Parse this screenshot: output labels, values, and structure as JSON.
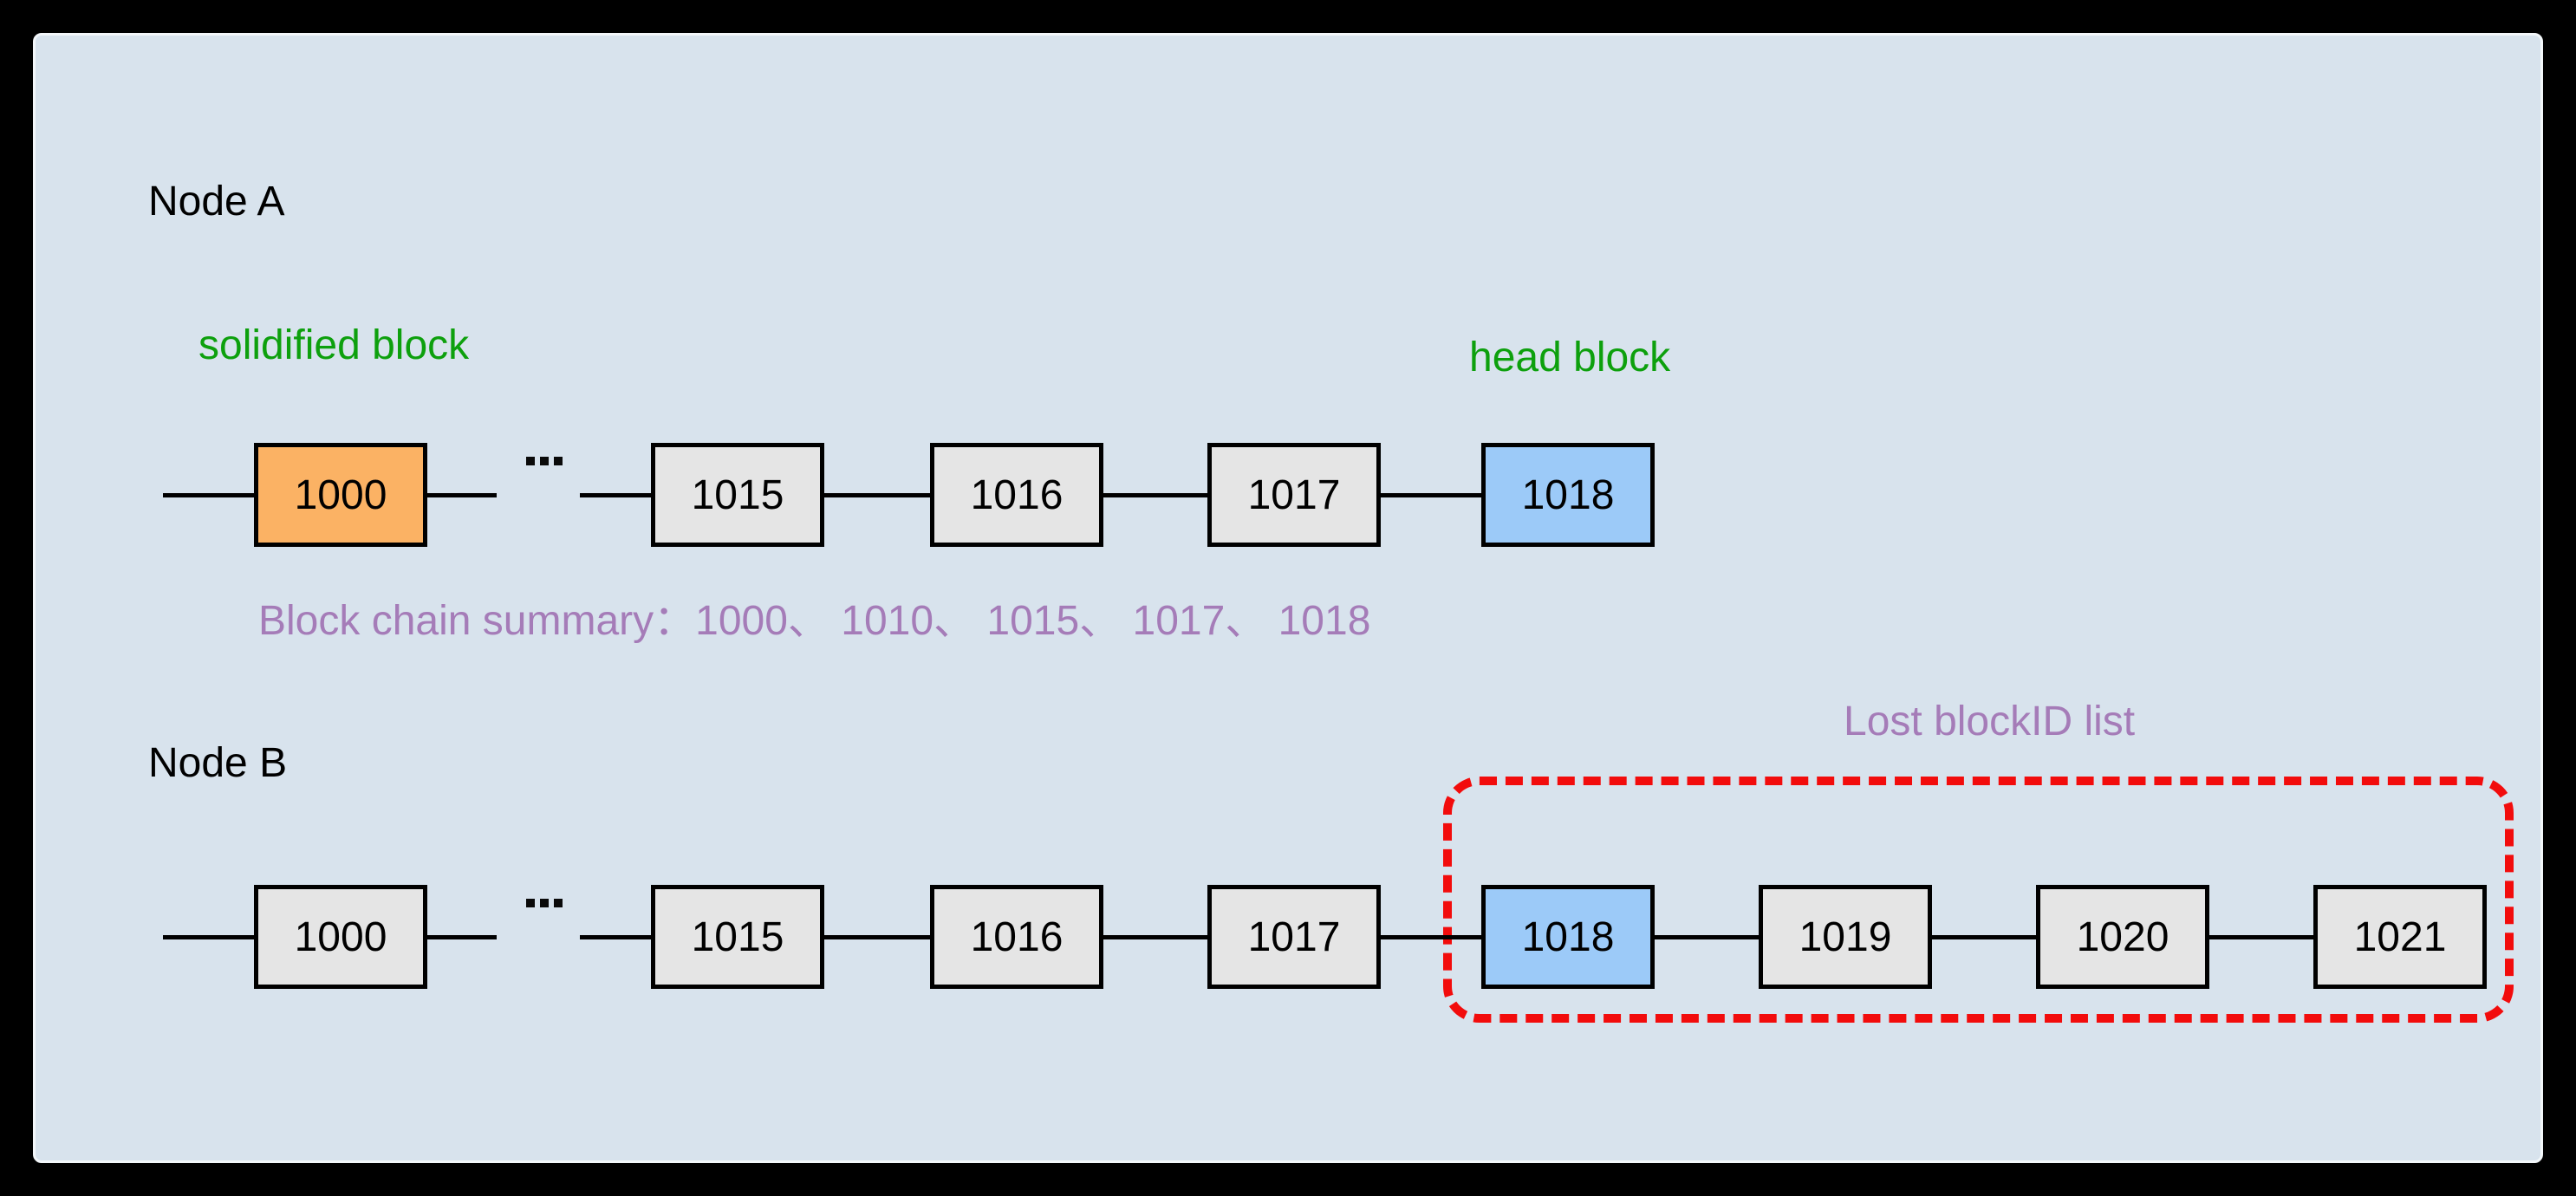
{
  "diagram": {
    "background_color": "#000000",
    "panel_color": "#D8E3ED"
  },
  "colors": {
    "solidified_block_fill": "#FBB264",
    "head_block_fill": "#9CCAF8",
    "default_block_fill": "#E5E5E5",
    "block_border": "#000000",
    "green_label": "#0DA00D",
    "purple_label": "#A57CB8",
    "lost_box_red": "#F20C0C"
  },
  "icons": {
    "chain_ellipsis": "…"
  },
  "node_a": {
    "title": "Node A",
    "solidified_label": "solidified block",
    "head_label": "head block",
    "blocks": [
      "1000",
      "1015",
      "1016",
      "1017",
      "1018"
    ],
    "summary": "Block chain summary：1000、 1010、 1015、 1017、 1018"
  },
  "node_b": {
    "title": "Node B",
    "lost_list_label": "Lost blockID list",
    "blocks": [
      "1000",
      "1015",
      "1016",
      "1017",
      "1018",
      "1019",
      "1020",
      "1021"
    ]
  }
}
